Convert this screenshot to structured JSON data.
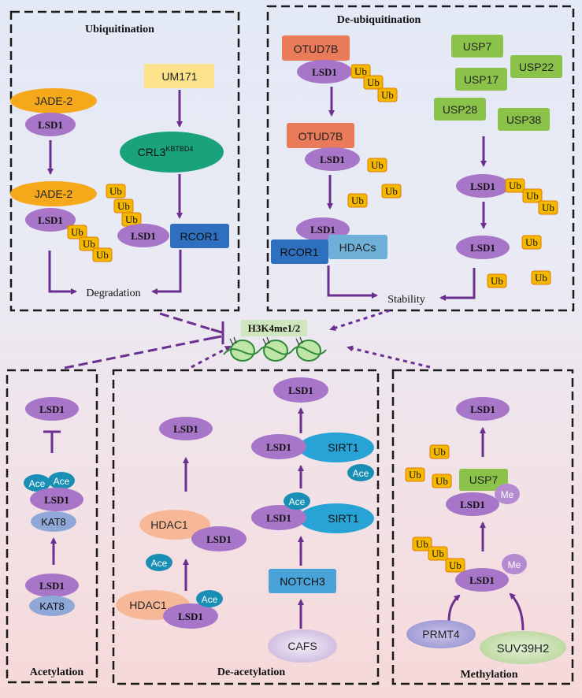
{
  "panels": {
    "ubiquitination": "Ubiquitination",
    "deubiquitination": "De-ubiquitination",
    "acetylation": "Acetylation",
    "deacetylation": "De-acetylation",
    "methylation": "Methylation"
  },
  "center": {
    "target": "H3K4me1/2"
  },
  "labels": {
    "lsd1": "LSD1",
    "ub": "Ub",
    "ace": "Ace",
    "me": "Me",
    "jade2": "JADE-2",
    "um171": "UM171",
    "crl3": "CRL3",
    "crl3_sup": "KBTBD4",
    "rcor1": "RCOR1",
    "degradation": "Degradation",
    "otud7b": "OTUD7B",
    "hdacs": "HDACs",
    "stability": "Stability",
    "usp7": "USP7",
    "usp17": "USP17",
    "usp22": "USP22",
    "usp28": "USP28",
    "usp38": "USP38",
    "kat8": "KAT8",
    "hdac1": "HDAC1",
    "sirt1": "SIRT1",
    "notch3": "NOTCH3",
    "cafs": "CAFS",
    "prmt4": "PRMT4",
    "suv39h2": "SUV39H2"
  },
  "colors": {
    "lsd1": "#a876c8",
    "ub": "#f5b800",
    "arrow": "#6b2f8f",
    "ace": "#1a8fb5",
    "green": "#8bc34a",
    "jade2": "#f5a91a",
    "um171": "#fce28a",
    "crl3": "#1aa37a",
    "rcor1": "#2f6fbf",
    "otud7b": "#e97a5a",
    "hdacs": "#6fb0d8",
    "kat8": "#8fa8d8",
    "hdac1": "#f7b898",
    "sirt1": "#27a3d6",
    "notch3": "#4aa3d8"
  }
}
